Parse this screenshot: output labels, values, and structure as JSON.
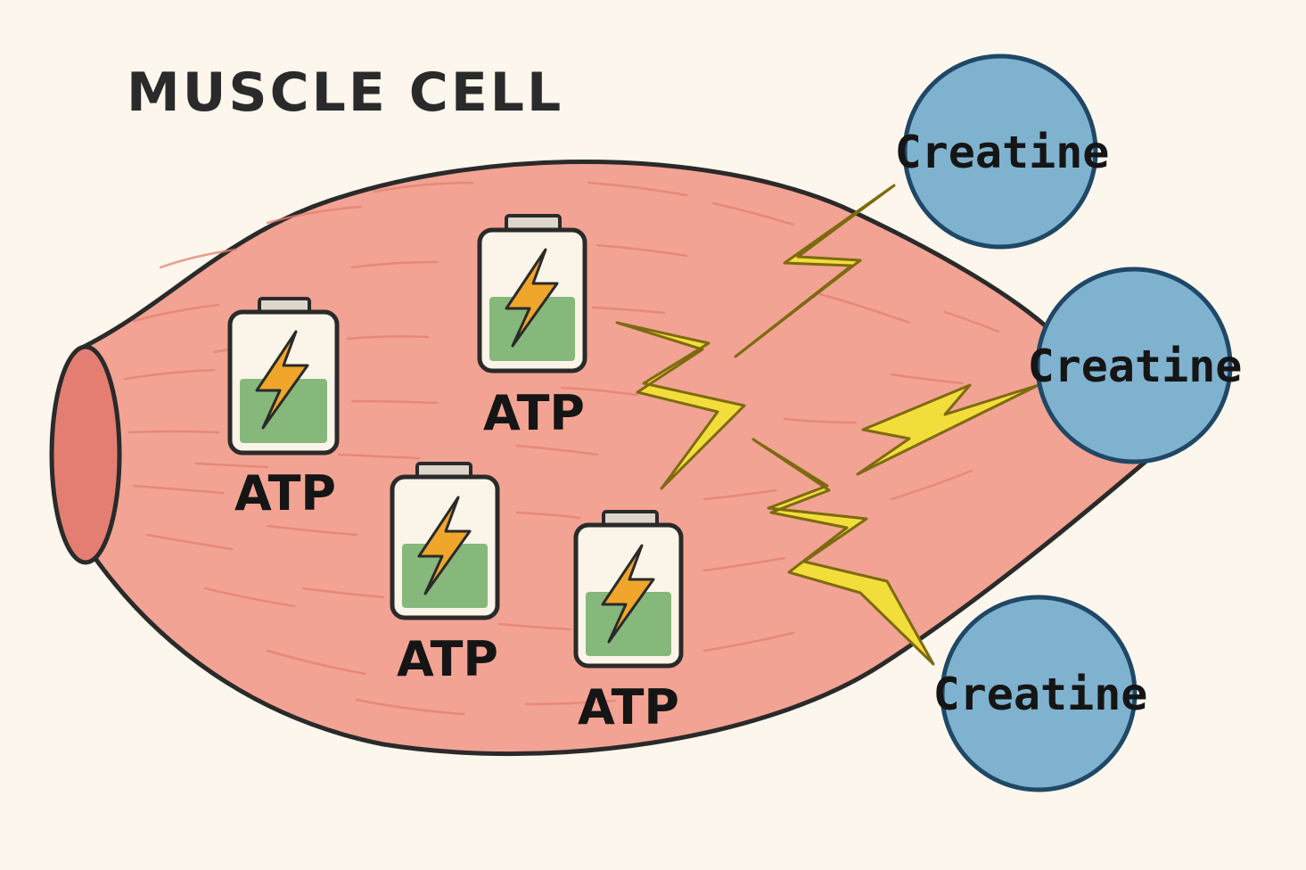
{
  "diagram": {
    "title": "MUSCLE CELL",
    "battery_label": "ATP",
    "batteries": [
      {
        "label": "ATP"
      },
      {
        "label": "ATP"
      },
      {
        "label": "ATP"
      },
      {
        "label": "ATP"
      }
    ],
    "molecules": [
      {
        "label": "Creatine"
      },
      {
        "label": "Creatine"
      },
      {
        "label": "Creatine"
      }
    ],
    "colors": {
      "background": "#fdf6ec",
      "muscle": "#f2a394",
      "muscle_end": "#e57e72",
      "outline": "#2a2a2a",
      "battery_charge": "#86b77b",
      "bolt_battery": "#f0a62a",
      "bolt_energy": "#f3dd3a",
      "creatine_fill": "#7fb2cf",
      "creatine_stroke": "#1f4866"
    },
    "icons": [
      "battery-icon",
      "lightning-bolt-icon"
    ]
  }
}
